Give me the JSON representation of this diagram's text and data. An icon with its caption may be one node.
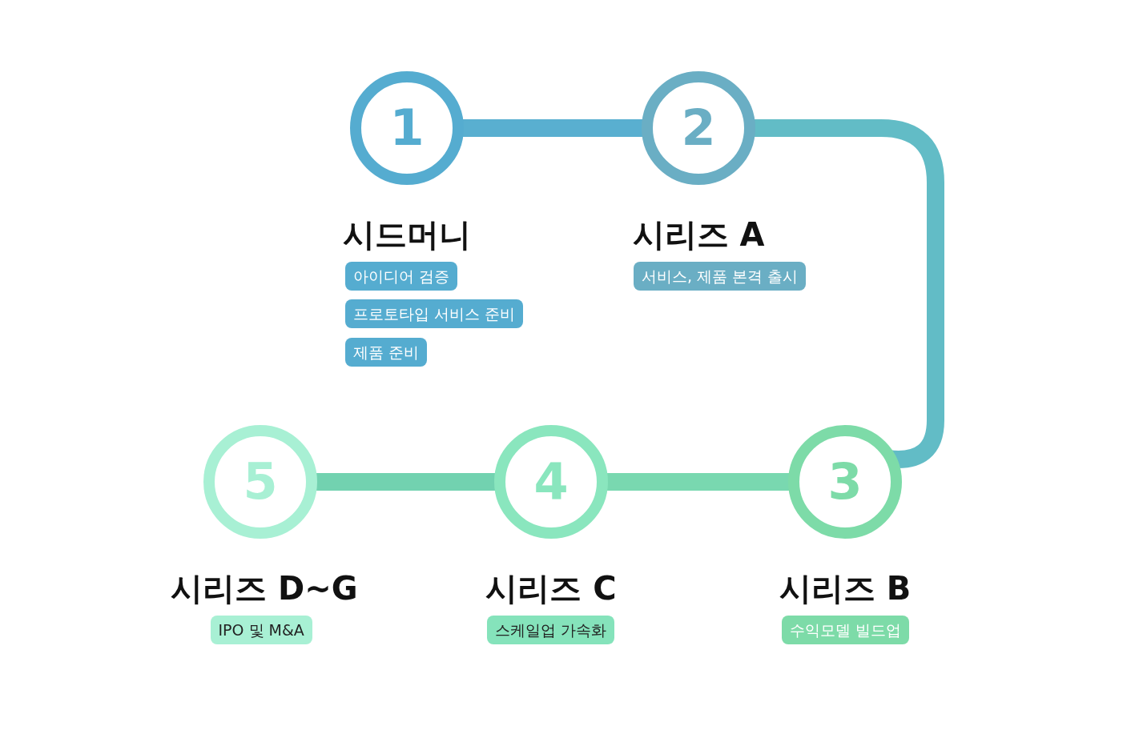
{
  "diagram": {
    "nodes": [
      {
        "text": [
          "1",
          "시드머니"
        ]
      },
      {
        "text": [
          "2",
          "시리즈 A"
        ]
      },
      {
        "text": [
          "3",
          "시리즈 B"
        ]
      },
      {
        "text": [
          "4",
          "시리즈 C"
        ]
      },
      {
        "text": [
          "5",
          "시리즈 D~G"
        ]
      },
      {
        "text": [
          "아이디어 검증"
        ]
      },
      {
        "text": [
          "프로토타입 서비스 준비"
        ]
      },
      {
        "text": [
          "제품 준비"
        ]
      },
      {
        "text": [
          "서비스, 제품 본격 출시"
        ]
      },
      {
        "text": [
          "수익모델 빌드업"
        ]
      },
      {
        "text": [
          "스케일업 가속화"
        ]
      },
      {
        "text": [
          "IPO 및 M&A"
        ]
      }
    ],
    "edges": [
      {
        "from": 0,
        "to": 1,
        "arrow": "none",
        "color": "#59afd0"
      },
      {
        "from": 1,
        "to": 2,
        "arrow": "none",
        "color": "#62bcc6"
      },
      {
        "from": 2,
        "to": 3,
        "arrow": "none",
        "color": "#79d8b0"
      },
      {
        "from": 3,
        "to": 4,
        "arrow": "none",
        "color": "#72d2b0"
      }
    ]
  }
}
